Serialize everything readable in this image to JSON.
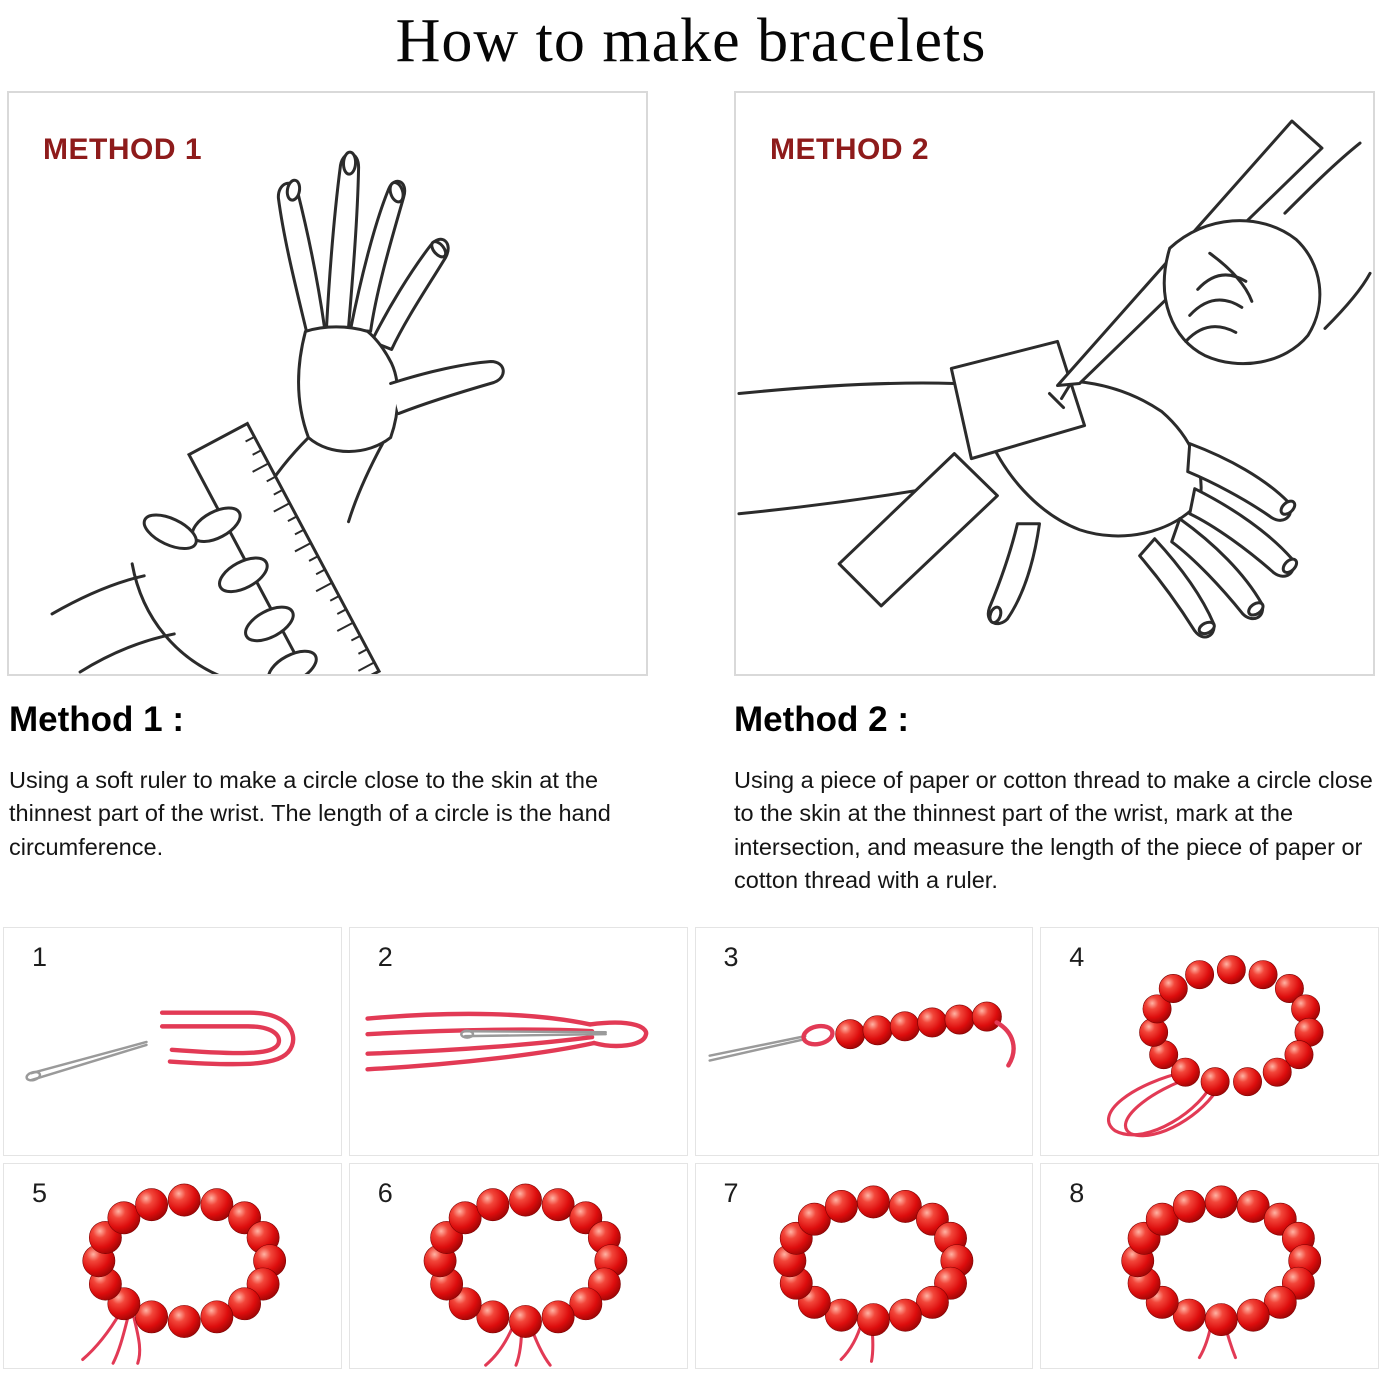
{
  "title": "How to make bracelets",
  "methods": [
    {
      "label": "METHOD 1",
      "illustration": "hand-measured-with-soft-ruler"
    },
    {
      "label": "METHOD 2",
      "illustration": "hand-marked-with-pen-and-paper-strip"
    }
  ],
  "descriptions": [
    {
      "heading": "Method 1 :",
      "text": "Using a soft ruler to make a circle close to the skin at the thinnest part of the wrist. The length of a circle is the hand circumference."
    },
    {
      "heading": "Method 2 :",
      "text": "Using a piece of paper or cotton thread to make a circle close to the skin at the thinnest part of the wrist, mark at the intersection, and measure the length of the piece of paper or cotton thread with a ruler."
    }
  ],
  "steps": [
    {
      "number": "1",
      "illustration": "beading-needle-and-folded-red-cord"
    },
    {
      "number": "2",
      "illustration": "red-cords-threaded-through-needle"
    },
    {
      "number": "3",
      "illustration": "first-red-beads-strung-on-needle"
    },
    {
      "number": "4",
      "illustration": "red-bead-ring-with-cord-loop"
    },
    {
      "number": "5",
      "illustration": "red-bead-bracelet-loose-cord-ends"
    },
    {
      "number": "6",
      "illustration": "red-bead-bracelet-cord-ends-below"
    },
    {
      "number": "7",
      "illustration": "red-bead-bracelet-knotting-cords"
    },
    {
      "number": "8",
      "illustration": "finished-red-bead-bracelet"
    }
  ],
  "colors": {
    "method_label": "#8e1b1b",
    "bead_red": "#dd0d0d",
    "bead_dark": "#850202",
    "cord": "#e23a55",
    "panel_border": "#d9d9d9",
    "line_art": "#2b2b2b"
  }
}
